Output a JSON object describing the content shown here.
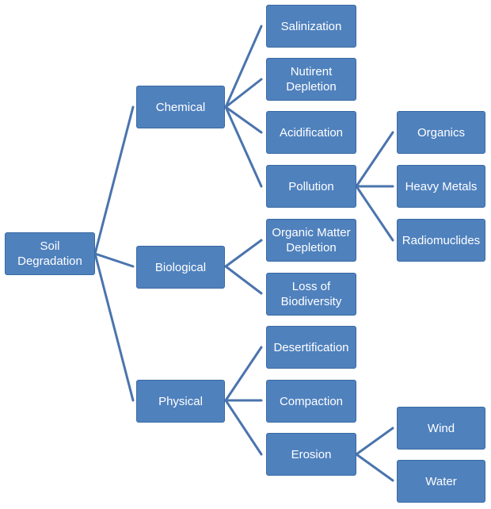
{
  "colors": {
    "node_fill": "#4f81bd",
    "node_border": "#3a6aa4",
    "connector": "#4a74ad",
    "text": "#ffffff"
  },
  "diagram": {
    "root": "Soil\nDegradation",
    "chemical": {
      "label": "Chemical",
      "salinization": "Salinization",
      "nutrient_depletion": "Nutirent\nDepletion",
      "acidification": "Acidification",
      "pollution": {
        "label": "Pollution",
        "organics": "Organics",
        "heavy_metals": "Heavy Metals",
        "radionuclides": "Radiomuclides"
      }
    },
    "biological": {
      "label": "Biological",
      "organic_matter_depletion": "Organic Matter\nDepletion",
      "loss_of_biodiversity": "Loss of\nBiodiversity"
    },
    "physical": {
      "label": "Physical",
      "desertification": "Desertification",
      "compaction": "Compaction",
      "erosion": {
        "label": "Erosion",
        "wind": "Wind",
        "water": "Water"
      }
    }
  }
}
